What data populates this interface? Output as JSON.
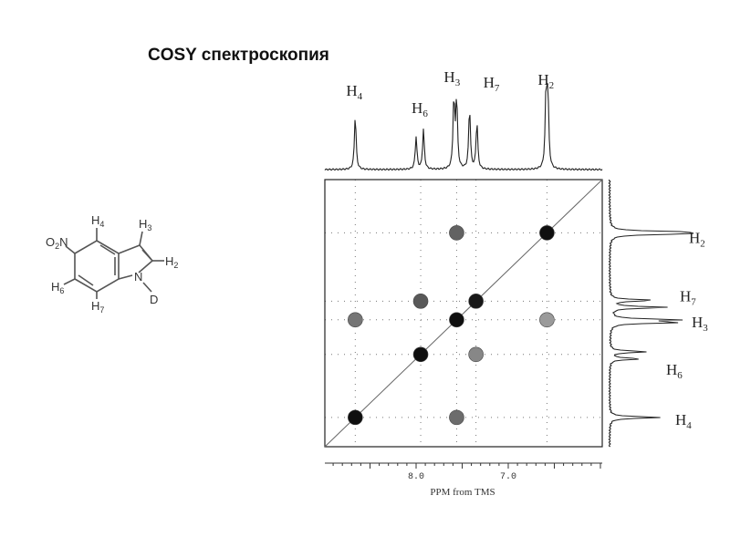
{
  "title": "COSY спектроскопия",
  "molecule": {
    "labels": {
      "h4": "H",
      "h4s": "4",
      "h3": "H",
      "h3s": "3",
      "h2": "H",
      "h2s": "2",
      "h6": "H",
      "h6s": "6",
      "h7": "H",
      "h7s": "7",
      "no2a": "O",
      "no2s": "2",
      "no2b": "N",
      "n": "N",
      "d": "D"
    }
  },
  "chart_data": {
    "type": "heatmap",
    "title": "",
    "xlabel": "PPM from TMS",
    "x_ticks": [
      "8.0",
      "7.0"
    ],
    "x_tick_values": [
      8.0,
      7.0
    ],
    "xlim": [
      8.99,
      5.98
    ],
    "ylim": [
      8.99,
      5.98
    ],
    "protons": [
      {
        "label": "H",
        "sub": "4",
        "ppm": 8.66
      },
      {
        "label": "H",
        "sub": "6",
        "ppm": 7.95
      },
      {
        "label": "H",
        "sub": "3",
        "ppm": 7.56
      },
      {
        "label": "H",
        "sub": "7",
        "ppm": 7.35
      },
      {
        "label": "H",
        "sub": "2",
        "ppm": 6.58
      }
    ],
    "projection_peaks": [
      {
        "ppm": 8.66,
        "height": 0.75
      },
      {
        "ppm": 8.0,
        "height": 0.45
      },
      {
        "ppm": 7.92,
        "height": 0.55
      },
      {
        "ppm": 7.59,
        "height": 0.95
      },
      {
        "ppm": 7.56,
        "height": 0.95
      },
      {
        "ppm": 7.42,
        "height": 0.85
      },
      {
        "ppm": 7.34,
        "height": 0.65
      },
      {
        "ppm": 6.59,
        "height": 1.0
      },
      {
        "ppm": 6.57,
        "height": 1.0
      }
    ],
    "cross_peaks": [
      {
        "x": 8.66,
        "y": 8.66,
        "intensity": 1.0
      },
      {
        "x": 7.95,
        "y": 7.95,
        "intensity": 1.0
      },
      {
        "x": 7.56,
        "y": 7.56,
        "intensity": 1.0
      },
      {
        "x": 7.35,
        "y": 7.35,
        "intensity": 0.95
      },
      {
        "x": 6.58,
        "y": 6.58,
        "intensity": 1.0
      },
      {
        "x": 7.56,
        "y": 6.58,
        "intensity": 0.55
      },
      {
        "x": 6.58,
        "y": 7.56,
        "intensity": 0.25
      },
      {
        "x": 7.95,
        "y": 7.35,
        "intensity": 0.6
      },
      {
        "x": 7.35,
        "y": 7.95,
        "intensity": 0.35
      },
      {
        "x": 8.66,
        "y": 7.56,
        "intensity": 0.45
      },
      {
        "x": 7.56,
        "y": 8.66,
        "intensity": 0.5
      }
    ]
  }
}
